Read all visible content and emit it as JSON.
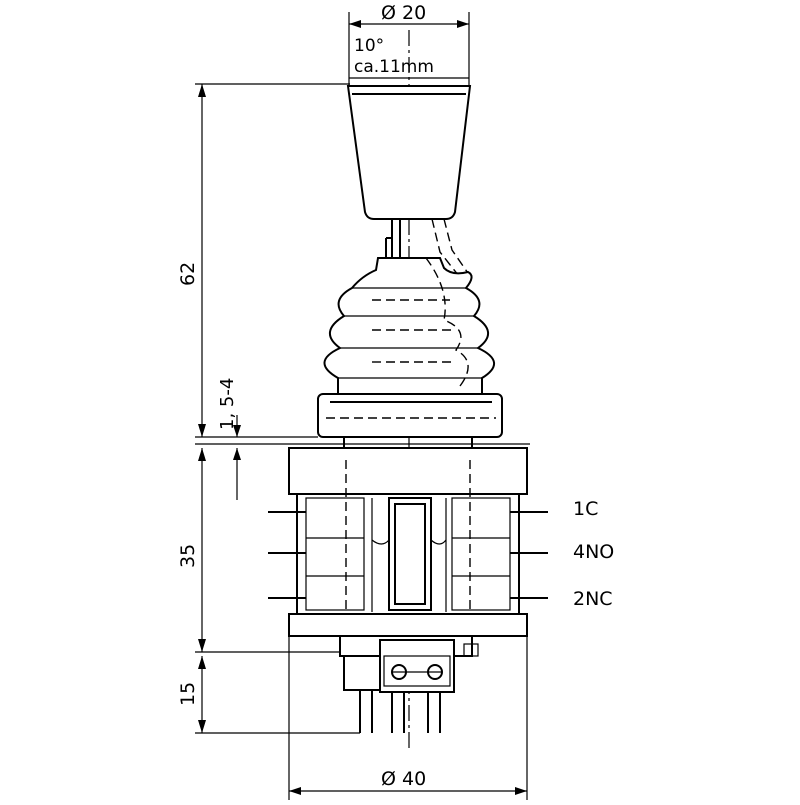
{
  "dimensions": {
    "top_diameter": "Ø 20",
    "angle": "10°",
    "travel": "ca.11mm",
    "overall_height": "62",
    "panel_thickness": "1, 5-4",
    "body_height": "35",
    "terminal_height": "15",
    "body_diameter": "Ø 40"
  },
  "contact_labels": [
    "1C",
    "4NO",
    "2NC"
  ]
}
